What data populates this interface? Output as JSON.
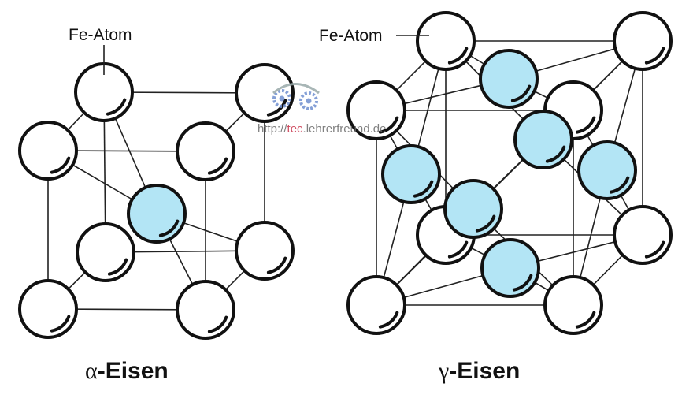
{
  "diagram": {
    "colors": {
      "fe_atom": "#ffffff",
      "interstitial_atom": "#b3e5f5",
      "outline": "#111111",
      "watermark_gear": "#6f8fd0",
      "watermark_tec": "#c8324a"
    },
    "watermark": {
      "prefix": "http://",
      "highlight": "tec",
      "suffix": ".lehrerfreund.de"
    },
    "structures": [
      {
        "id": "alpha",
        "title_greek": "α",
        "title_rest": "-Eisen",
        "label": "Fe-Atom",
        "lattice": "body-centered cubic",
        "atoms": [
          {
            "name": "corner-back-top-left",
            "type": "fe"
          },
          {
            "name": "corner-back-top-right",
            "type": "fe"
          },
          {
            "name": "corner-front-top-left",
            "type": "fe"
          },
          {
            "name": "corner-front-top-right",
            "type": "fe"
          },
          {
            "name": "body-center",
            "type": "highlight"
          },
          {
            "name": "corner-back-bottom-left",
            "type": "fe"
          },
          {
            "name": "corner-back-bottom-right",
            "type": "fe"
          },
          {
            "name": "corner-front-bottom-left",
            "type": "fe"
          },
          {
            "name": "corner-front-bottom-right",
            "type": "fe"
          }
        ]
      },
      {
        "id": "gamma",
        "title_greek": "γ",
        "title_rest": "-Eisen",
        "label": "Fe-Atom",
        "lattice": "face-centered cubic",
        "atoms": [
          {
            "name": "corner-back-top-left",
            "type": "fe"
          },
          {
            "name": "corner-back-top-right",
            "type": "fe"
          },
          {
            "name": "face-top",
            "type": "highlight"
          },
          {
            "name": "corner-front-top-left",
            "type": "fe"
          },
          {
            "name": "corner-front-top-right",
            "type": "fe"
          },
          {
            "name": "face-back",
            "type": "highlight"
          },
          {
            "name": "face-left",
            "type": "highlight"
          },
          {
            "name": "face-right",
            "type": "highlight"
          },
          {
            "name": "corner-back-bottom-left",
            "type": "fe"
          },
          {
            "name": "face-front",
            "type": "highlight"
          },
          {
            "name": "corner-back-bottom-right",
            "type": "fe"
          },
          {
            "name": "face-bottom",
            "type": "highlight"
          },
          {
            "name": "corner-front-bottom-left",
            "type": "fe"
          },
          {
            "name": "corner-front-bottom-right",
            "type": "fe"
          }
        ]
      }
    ]
  }
}
